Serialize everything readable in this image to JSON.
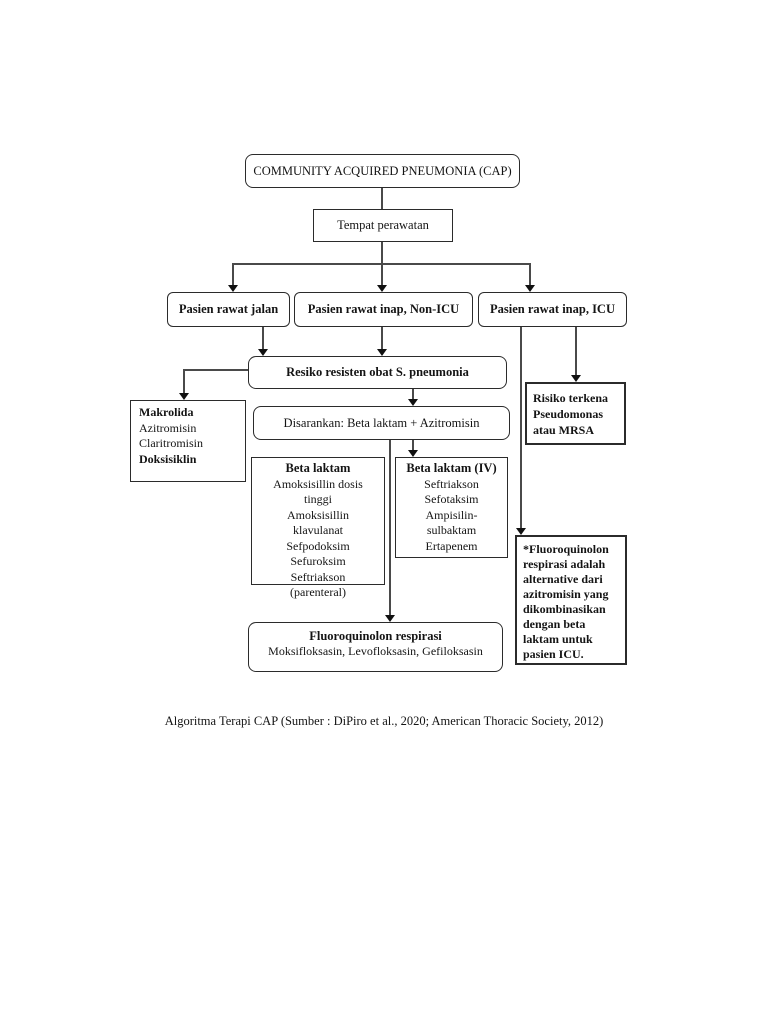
{
  "colors": {
    "ink": "#141414",
    "background": "#ffffff",
    "connector": "#4a4a4a"
  },
  "caption": "Algoritma Terapi CAP (Sumber : DiPiro et al., 2020; American Thoracic Society, 2012)",
  "nodes": {
    "cap": {
      "label": "COMMUNITY ACQUIRED PNEUMONIA (CAP)"
    },
    "tempat_perawatan": {
      "label": "Tempat perawatan"
    },
    "pasien_rawat_jalan": {
      "label": "Pasien rawat jalan"
    },
    "pasien_rawat_inap_non_icu": {
      "label": "Pasien rawat inap, Non-ICU"
    },
    "pasien_rawat_inap_icu": {
      "label": "Pasien rawat inap, ICU"
    },
    "resiko_resisten": {
      "label": "Resiko resisten obat S. pneumonia"
    },
    "makrolida": {
      "lines": [
        "Makrolida",
        "Azitromisin",
        "Claritromisin",
        "Doksisiklin"
      ]
    },
    "disarankan": {
      "label": "Disarankan: Beta laktam + Azitromisin"
    },
    "beta_laktam": {
      "title": "Beta laktam",
      "items": [
        "Amoksisillin dosis tinggi",
        "Amoksisillin klavulanat",
        "Sefpodoksim",
        "Sefuroksim",
        "Seftriakson",
        "(parenteral)"
      ]
    },
    "beta_laktam_iv": {
      "title": "Beta laktam (IV)",
      "items": [
        "Seftriakson",
        "Sefotaksim",
        "Ampisilin-sulbaktam",
        "Ertapenem"
      ]
    },
    "risiko_pseudomonas": {
      "label": "Risiko terkena Pseudomonas atau MRSA"
    },
    "fluoroquinolon_note": {
      "label": "*Fluoroquinolon respirasi adalah alternative dari azitromisin yang dikombinasikan dengan beta laktam untuk pasien ICU."
    },
    "fluoroquinolon_respirasi": {
      "title": "Fluoroquinolon respirasi",
      "subtitle": "Moksifloksasin, Levofloksasin, Gefiloksasin"
    }
  }
}
